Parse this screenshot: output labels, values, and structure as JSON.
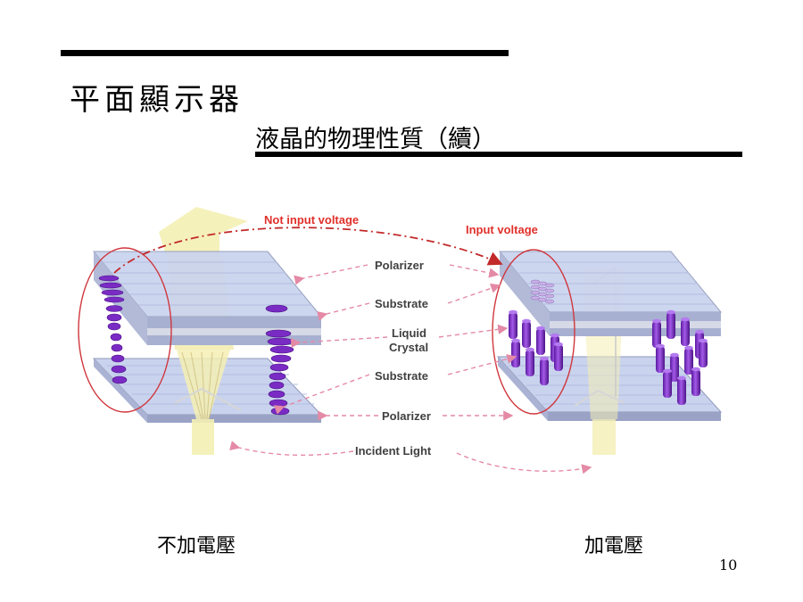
{
  "slide": {
    "title": "平面顯示器",
    "subtitle": "液晶的物理性質（續）",
    "page_number": "10"
  },
  "figure": {
    "left_state_heading": "Not input voltage",
    "right_state_heading": "Input voltage",
    "layers": [
      "Polarizer",
      "Substrate",
      "Liquid",
      "Crystal",
      "Substrate",
      "Polarizer",
      "Incident Light"
    ],
    "caption_left": "不加電壓",
    "caption_right": "加電壓"
  },
  "colors": {
    "heading_red": "#e0302a",
    "label_gray": "#404040",
    "plate_blue": "#c9d3ee",
    "plate_edge": "#8f98b8",
    "crystal_purple": "#7a2bc4",
    "light_yellow": "#f4efb4",
    "dashed_pink": "#e48aa6",
    "oval_red": "#d0363c"
  }
}
